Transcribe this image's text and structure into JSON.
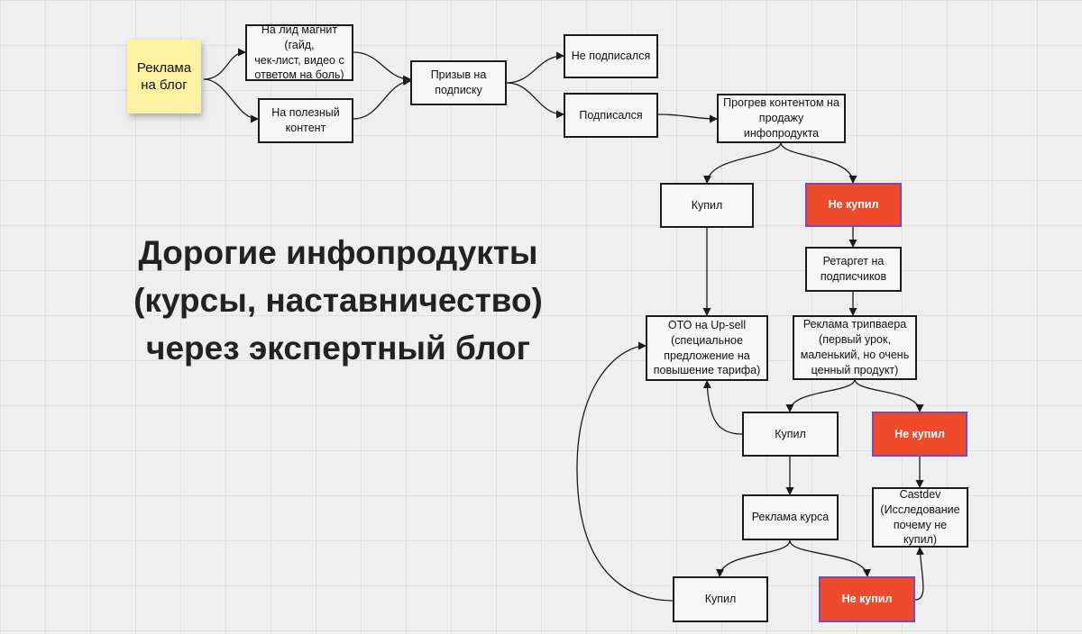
{
  "sticky_note": {
    "text": "Реклама\nна блог"
  },
  "headline": {
    "text": "Дорогие инфопродукты\n(курсы, наставничество)\nчерез  экспертный блог"
  },
  "nodes": {
    "lead_magnet": "На лид магнит (гайд,\nчек-лист, видео с\nответом на боль)",
    "useful_content": "На полезный\nконтент",
    "subscribe_cta": "Призыв на\nподписку",
    "not_subscribed": "Не подписался",
    "subscribed": "Подписался",
    "warmup": "Прогрев контентом на\nпродажу инфопродукта",
    "bought_1": "Купил",
    "not_bought_1": "Не купил",
    "retarget": "Ретаргет на\nподписчиков",
    "oto_upsell": "ОТО на Up-sell\n(специальное\nпредложение на\nповышение тарифа)",
    "tripwire_ad": "Реклама трипваера\n(первый урок,\nмаленький, но очень\nценный продукт)",
    "bought_2": "Купил",
    "not_bought_2": "Не купил",
    "custdev": "Castdev\n(Исследование\nпочему не купил)",
    "course_ad": "Реклама курса",
    "bought_3": "Купил",
    "not_bought_3": "Не купил"
  },
  "colors": {
    "not_bought_fill": "#f04a2c",
    "not_bought_border": "#7a4bb0",
    "sticky_note": "#fdf2a2",
    "canvas": "#efefef"
  }
}
